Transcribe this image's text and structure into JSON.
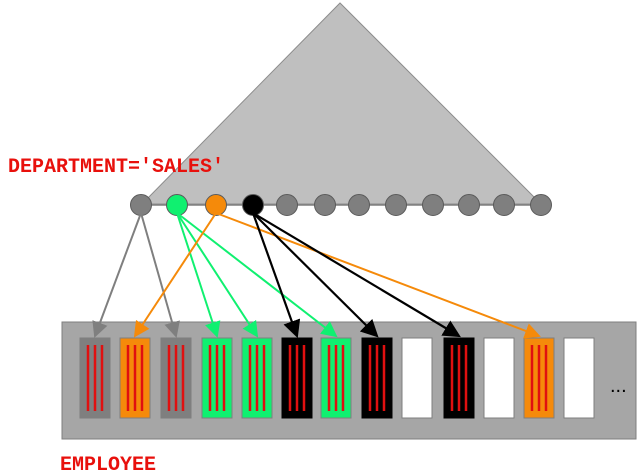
{
  "labels": {
    "predicate": "DEPARTMENT='SALES'",
    "table": "EMPLOYEE",
    "ellipsis": "..."
  },
  "colors": {
    "tree_fill": "#bfbfbf",
    "tree_stroke": "#8c8c8c",
    "table_fill": "#a6a6a6",
    "label_red": "#e8100c",
    "gray_key": "#7f7f7f",
    "green_key": "#10f070",
    "orange_key": "#f58a0a",
    "black_key": "#000000",
    "empty_page": "#ffffff",
    "row_stripe": "#e01010"
  },
  "index_keys": [
    "gray",
    "green",
    "orange",
    "black",
    "gray",
    "gray",
    "gray",
    "gray",
    "gray",
    "gray",
    "gray",
    "gray"
  ],
  "pages": [
    "gray",
    "orange",
    "gray",
    "green",
    "green",
    "black",
    "green",
    "black",
    "empty",
    "black",
    "empty",
    "orange",
    "empty"
  ],
  "pointers": [
    {
      "key": 0,
      "page": 0,
      "color": "gray"
    },
    {
      "key": 0,
      "page": 2,
      "color": "gray"
    },
    {
      "key": 1,
      "page": 3,
      "color": "green"
    },
    {
      "key": 1,
      "page": 4,
      "color": "green"
    },
    {
      "key": 1,
      "page": 6,
      "color": "green"
    },
    {
      "key": 2,
      "page": 1,
      "color": "orange"
    },
    {
      "key": 2,
      "page": 11,
      "color": "orange"
    },
    {
      "key": 3,
      "page": 5,
      "color": "black"
    },
    {
      "key": 3,
      "page": 7,
      "color": "black"
    },
    {
      "key": 3,
      "page": 9,
      "color": "black"
    }
  ]
}
